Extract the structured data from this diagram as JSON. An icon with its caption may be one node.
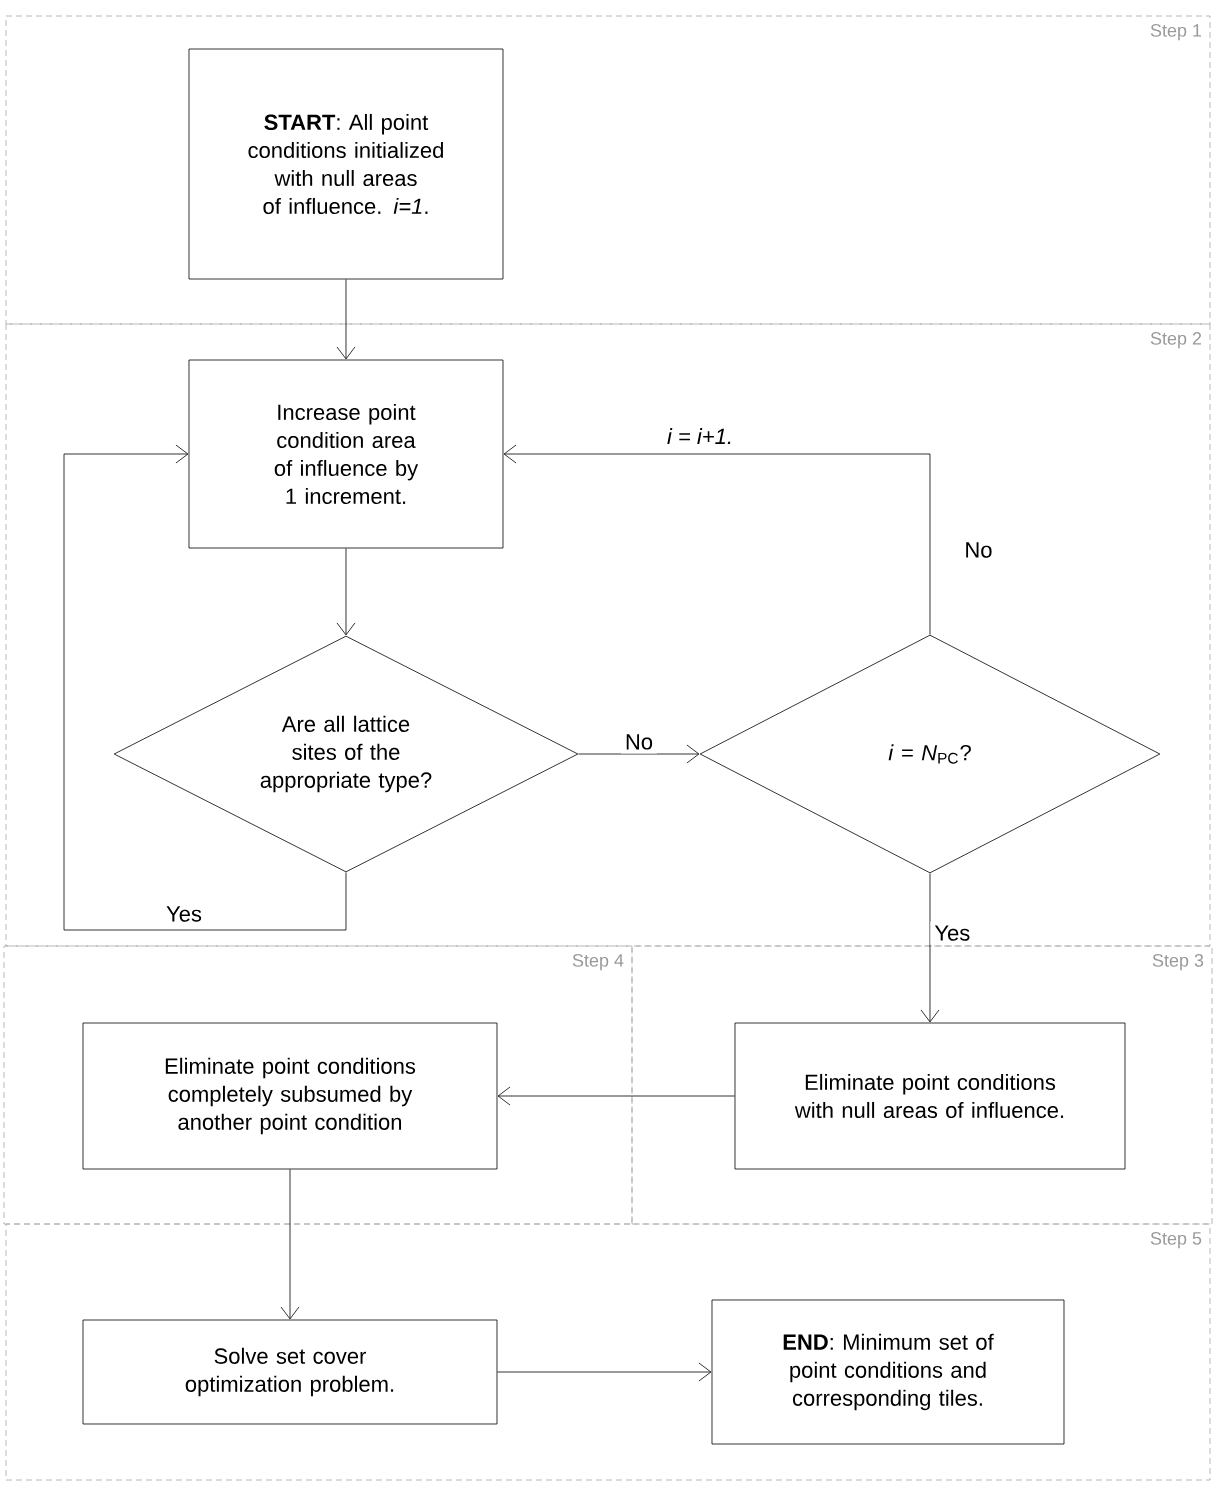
{
  "diagram": {
    "nodes": [
      {
        "text": [
          "Step 1"
        ]
      },
      {
        "text": [
          "**START**: All point conditions initialized with null areas of influence. *i=1*."
        ],
        "in": 0
      },
      {
        "text": [
          "Step 2"
        ]
      },
      {
        "text": [
          "Increase point condition area of influence by 1 increment."
        ],
        "in": 2
      },
      {
        "text": [
          "Are all lattice sites of the appropriate type?"
        ],
        "in": 2
      },
      {
        "text": [
          "*i* = *N*$_{PC}$?"
        ],
        "in": 2
      },
      {
        "text": [
          "Step 4"
        ]
      },
      {
        "text": [
          "Eliminate point conditions completely subsumed by another point condition"
        ],
        "in": 6
      },
      {
        "text": [
          "Step 3"
        ]
      },
      {
        "text": [
          "Eliminate point conditions with null areas of influence."
        ],
        "in": 8
      },
      {
        "text": [
          "Step 5"
        ]
      },
      {
        "text": [
          "Solve set cover optimization problem."
        ],
        "in": 10
      },
      {
        "text": [
          "**END**: Minimum set of point conditions and corresponding tiles."
        ],
        "in": 10
      }
    ],
    "edges": [
      {
        "from": 1,
        "to": 3,
        "arrow": "to"
      },
      {
        "from": 3,
        "to": 4,
        "arrow": "to"
      },
      {
        "from": 4,
        "to": 5,
        "arrow": "to",
        "label": "No"
      },
      {
        "from": 5,
        "to": 3,
        "arrow": "to",
        "label": "No"
      },
      {
        "from": 4,
        "to": 3,
        "arrow": "to",
        "label": "Yes"
      },
      {
        "from": 5,
        "to": 9,
        "arrow": "to",
        "label": "Yes"
      },
      {
        "from": 9,
        "to": 7,
        "arrow": "to"
      },
      {
        "from": 7,
        "to": 11,
        "arrow": "to"
      },
      {
        "from": 11,
        "to": 12,
        "arrow": "to"
      }
    ],
    "labels": [
      "i = i+1."
    ]
  }
}
